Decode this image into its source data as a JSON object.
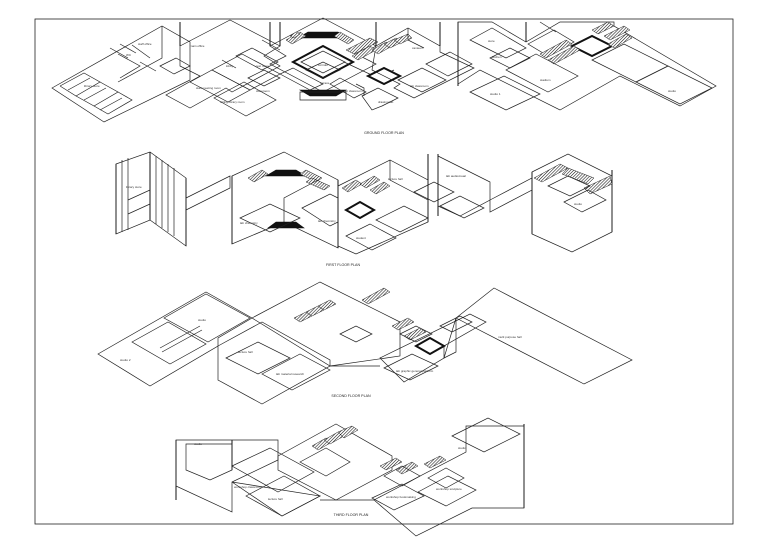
{
  "titles": {
    "ground": "GROUND FLOOR PLAN",
    "first": "FIRST FLOOR PLAN",
    "second": "SECOND FLOOR PLAN",
    "third": "THIRD FLOOR PLAN"
  },
  "labels": {
    "ground": {
      "staff_office": "staff office",
      "wc": "WC",
      "library_store": "library store",
      "main_office": "main office",
      "lobby": "lobby",
      "staff_meeting_room": "staff meeting room",
      "rest_room": "rest room",
      "sitting_library_room": "sitting library room",
      "classroom_1": "classroom",
      "corridor": "corridor",
      "terrace": "terrace",
      "lab_classroom": "lab classroom",
      "drawing_lab": "drawing lab",
      "lab_classroom_2": "lab classroom",
      "canteen": "canteen",
      "store": "store",
      "kitchen": "kitchen",
      "stadium": "stadium",
      "studio_1": "studio 1",
      "studio": "studio"
    },
    "first": {
      "library_store": "library store",
      "lab_chemistry": "lab chemistry",
      "lab_chemistry_2": "lab chemistry",
      "lecture_hall": "lecture hall",
      "lab_audiovisual": "lab audiovisual",
      "student": "student",
      "studio": "studio"
    },
    "second": {
      "studio": "studio",
      "studio_2": "studio 2",
      "lecture_hall": "lecture hall",
      "lab_material_research": "lab material research",
      "lab_graphic": "lab graphic general platform",
      "multipurpose_hall": "multi purpose hall"
    },
    "third": {
      "studio": "studio",
      "workshop_classroom": "workshop classroom",
      "lecture_hall": "lecture hall",
      "workshop_bookmaking": "workshop bookmaking",
      "workshop_sculpture": "workshop sculpture",
      "studio_2": "studio"
    }
  }
}
